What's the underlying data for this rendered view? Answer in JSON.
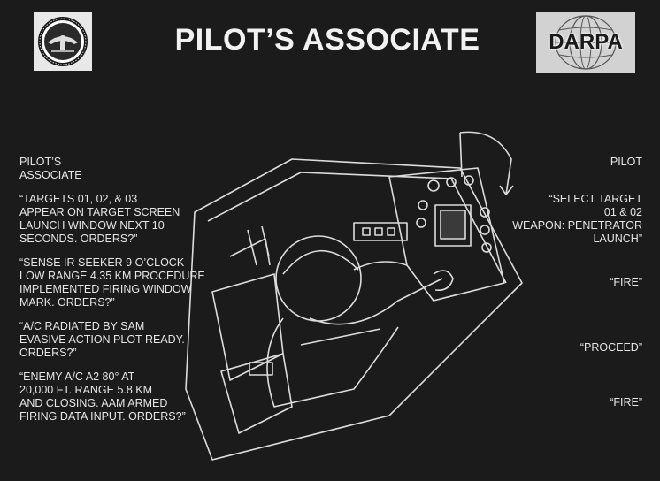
{
  "slide": {
    "title": "PILOT’S ASSOCIATE",
    "logos": {
      "seal": "department-of-defense-seal",
      "darpa_text": "DARPA"
    },
    "left_column": {
      "heading": "PILOT’S\nASSOCIATE",
      "messages": [
        "“TARGETS 01, 02, & 03\nAPPEAR ON TARGET SCREEN\nLAUNCH WINDOW NEXT 10\nSECONDS. ORDERS?”",
        "“SENSE IR SEEKER 9 O’CLOCK\nLOW RANGE 4.35 KM  PROCEDURE\nIMPLEMENTED FIRING WINDOW\nMARK. ORDERS?”",
        "“A/C RADIATED BY SAM\nEVASIVE ACTION PLOT READY.\nORDERS?”",
        "“ENEMY A/C A2 80° AT\n20,000 FT. RANGE 5.8 KM\nAND CLOSING. AAM ARMED\nFIRING DATA INPUT. ORDERS?”"
      ]
    },
    "right_column": {
      "heading": "PILOT",
      "responses": [
        "“SELECT TARGET\n01 & 02\nWEAPON: PENETRATOR\nLAUNCH”",
        "“FIRE”",
        "“PROCEED”",
        "“FIRE”"
      ]
    },
    "colors": {
      "background": "#1b1b1b",
      "text": "#e6e6e6"
    }
  }
}
